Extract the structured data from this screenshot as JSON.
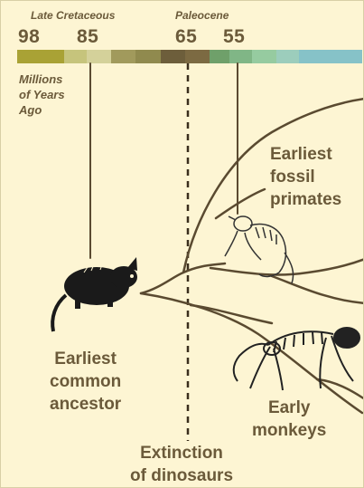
{
  "timeline": {
    "periods": [
      "Late Cretaceous",
      "Paleocene"
    ],
    "ticks": [
      "98",
      "85",
      "65",
      "55"
    ],
    "units_lines": [
      "Millions",
      "of Years",
      "Ago"
    ],
    "bar_colors": [
      "#a9a235",
      "#c6c47c",
      "#d4d19a",
      "#a19a5c",
      "#908a4e",
      "#6d5e3b",
      "#7c6a42",
      "#6fa06a",
      "#80b686",
      "#96cba0",
      "#9ccdbc",
      "#86c2c8"
    ]
  },
  "labels": {
    "ancestor": [
      "Earliest",
      "common",
      "ancestor"
    ],
    "fossil": [
      "Earliest",
      "fossil",
      "primates"
    ],
    "monkeys": [
      "Early",
      "monkeys"
    ],
    "extinction": [
      "Extinction",
      "of dinosaurs"
    ]
  },
  "colors": {
    "background": "#fdf5d3",
    "text": "#6b5a3a",
    "lines": "#5a4a30"
  }
}
